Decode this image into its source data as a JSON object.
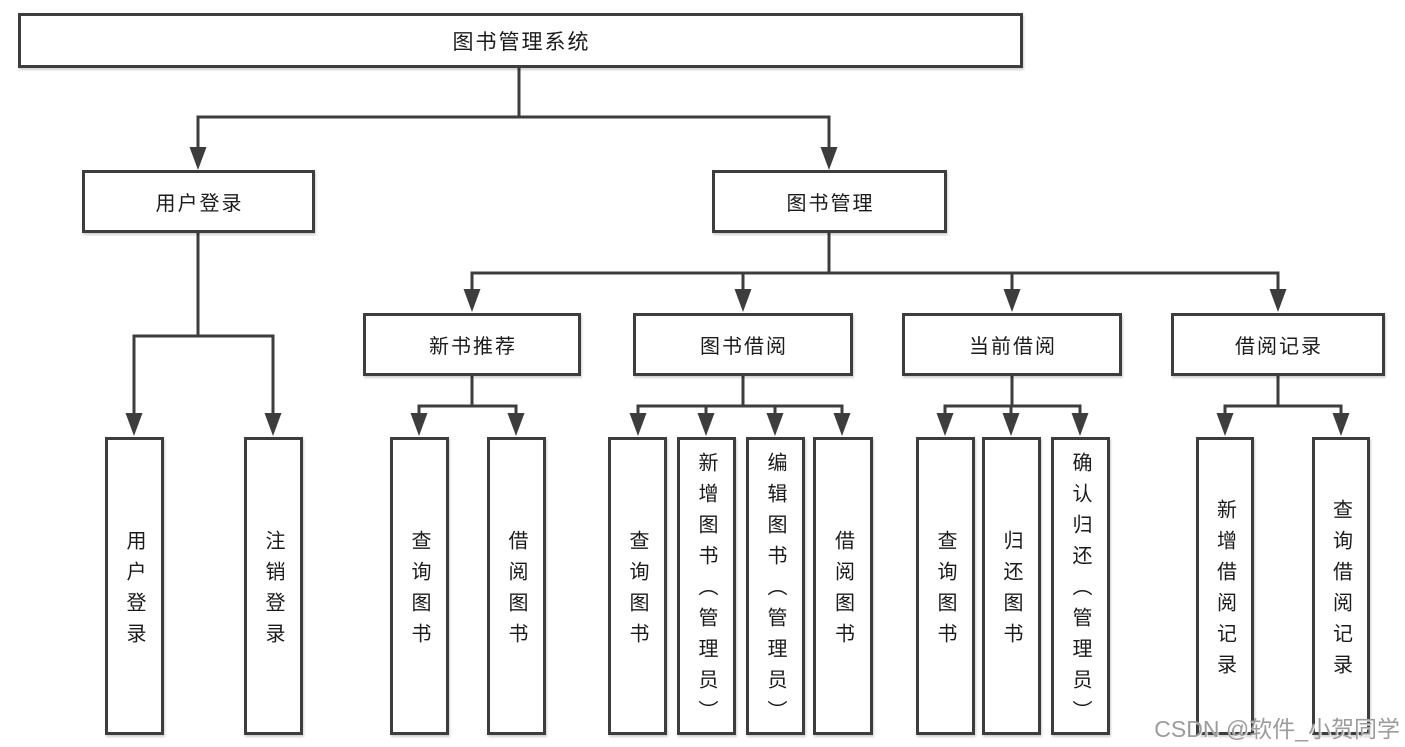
{
  "colors": {
    "line": "#3d3d3d",
    "box_border": "#3d3d3d",
    "text": "#1b1b1b",
    "watermark": "#9c9c9c",
    "background": "#ffffff"
  },
  "tree": {
    "root": {
      "label": "图书管理系统"
    },
    "children": [
      {
        "label": "用户登录",
        "children": [
          {
            "label": "用户登录"
          },
          {
            "label": "注销登录"
          }
        ]
      },
      {
        "label": "图书管理",
        "children": [
          {
            "label": "新书推荐",
            "children": [
              {
                "label": "查询图书"
              },
              {
                "label": "借阅图书"
              }
            ]
          },
          {
            "label": "图书借阅",
            "children": [
              {
                "label": "查询图书"
              },
              {
                "label": "新增图书（管理员）"
              },
              {
                "label": "编辑图书（管理员）"
              },
              {
                "label": "借阅图书"
              }
            ]
          },
          {
            "label": "当前借阅",
            "children": [
              {
                "label": "查询图书"
              },
              {
                "label": "归还图书"
              },
              {
                "label": "确认归还（管理员）"
              }
            ]
          },
          {
            "label": "借阅记录",
            "children": [
              {
                "label": "新增借阅记录"
              },
              {
                "label": "查询借阅记录"
              }
            ]
          }
        ]
      }
    ]
  },
  "watermark": "CSDN @软件_小贺同学"
}
